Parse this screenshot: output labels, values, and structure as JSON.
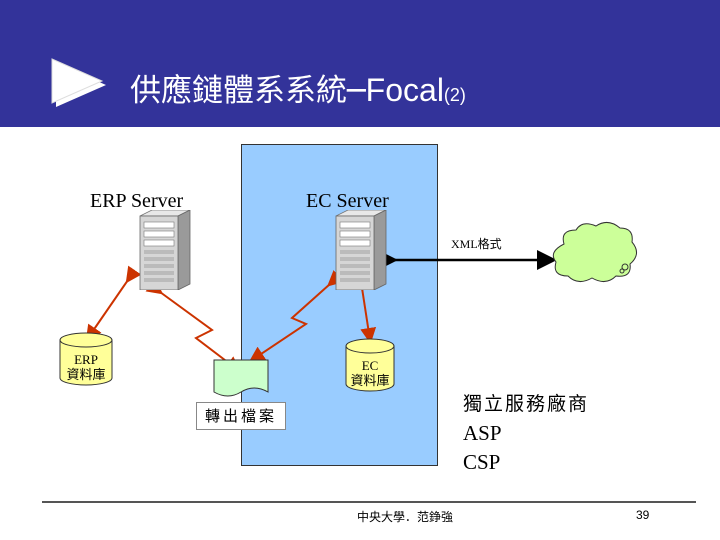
{
  "slide": {
    "title_cjk": "供應鏈體系系統",
    "title_dash": "─",
    "title_latin": "Focal",
    "title_sub": "(2)"
  },
  "diagram": {
    "erp_server_label": "ERP Server",
    "ec_server_label": "EC Server",
    "xml_label": "XML格式",
    "erp_db_label_line1": "ERP",
    "erp_db_label_line2": "資料庫",
    "ec_db_label_line1": "EC",
    "ec_db_label_line2": "資料庫",
    "export_file_label": "轉出檔案",
    "provider_line1": "獨立服務廠商",
    "provider_line2": "ASP",
    "provider_line3": "CSP"
  },
  "footer": {
    "text": "中央大學．范錚強",
    "page_number": "39"
  },
  "colors": {
    "header_bg": "#33339a",
    "ec_zone_bg": "#99ccff",
    "database_fill": "#ffff99",
    "arrow_color": "#cc3300",
    "cloud_fill": "#ccff99",
    "document_fill": "#ccffcc"
  }
}
